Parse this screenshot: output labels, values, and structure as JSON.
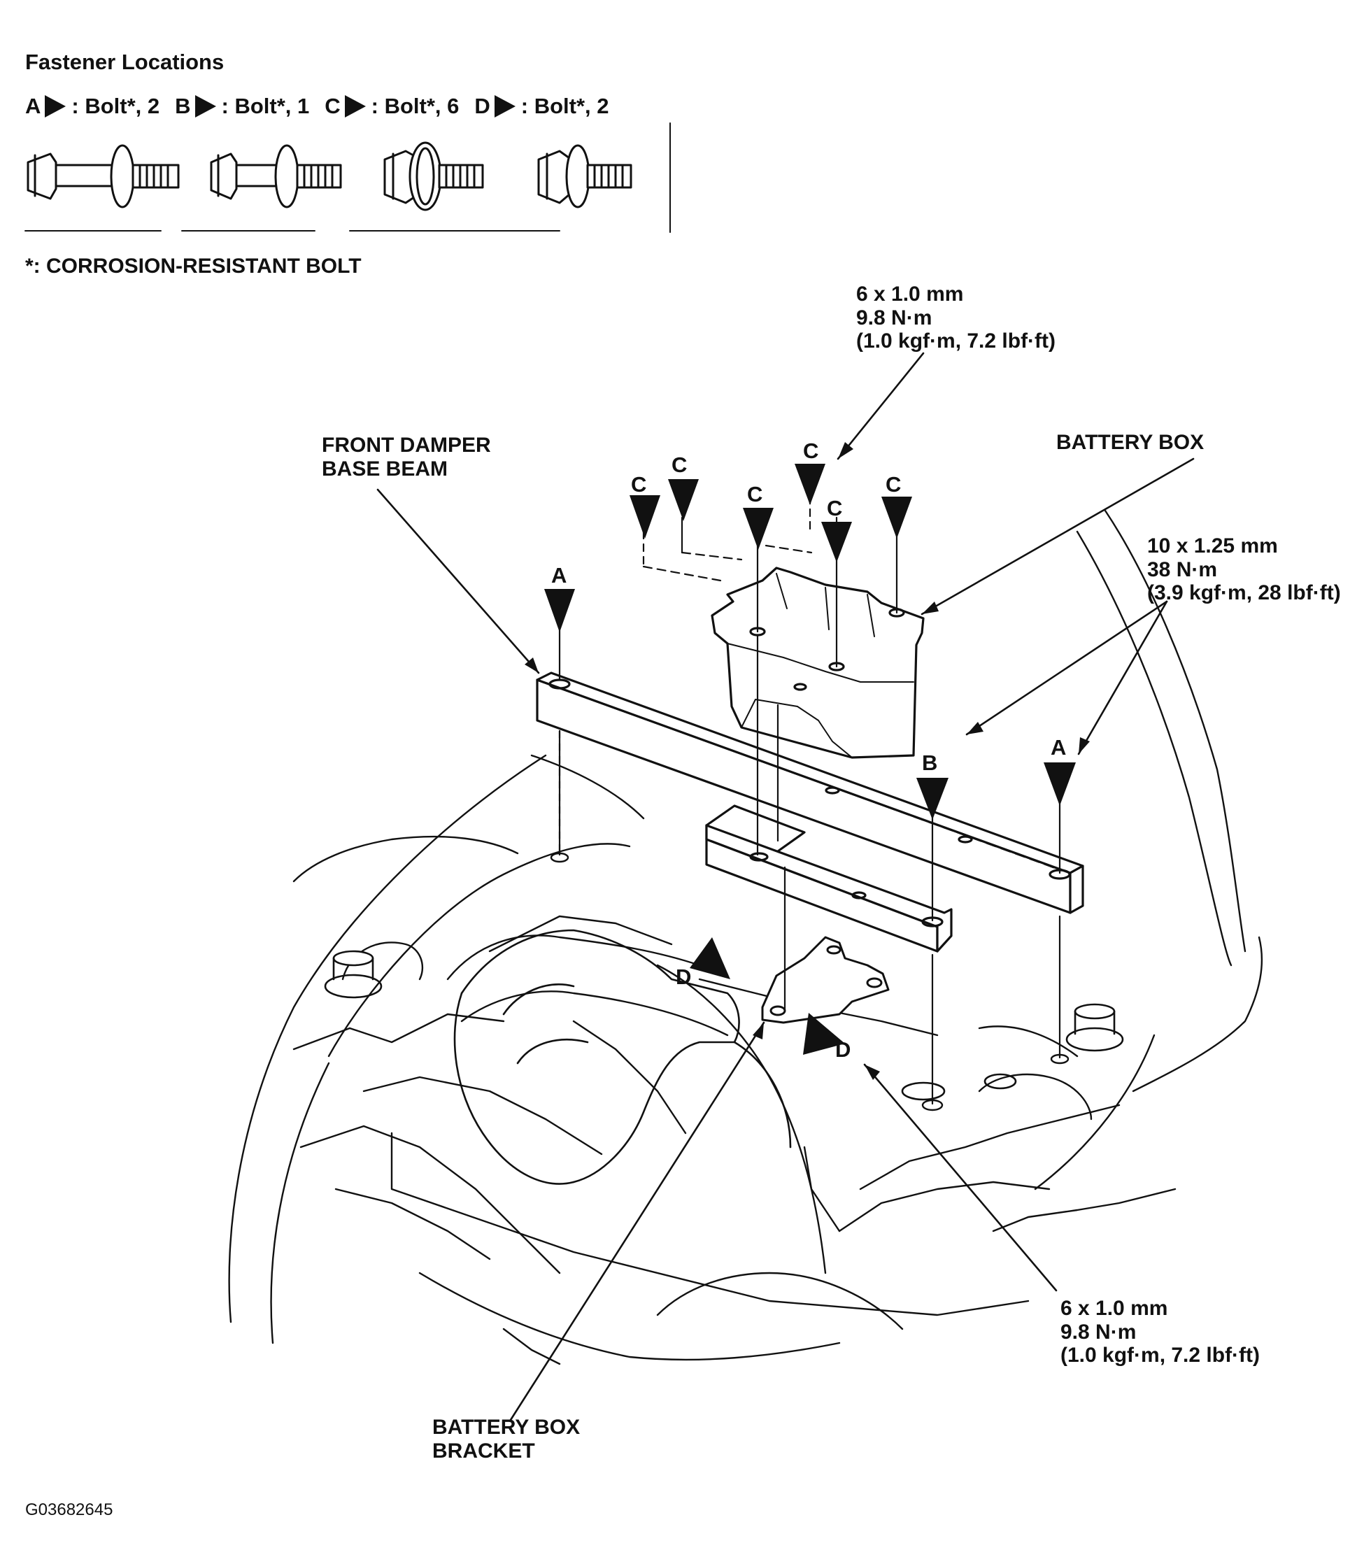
{
  "header": {
    "title": "Fastener Locations",
    "footnote": "*: CORROSION-RESISTANT BOLT"
  },
  "legend": [
    {
      "letter": "A",
      "text": ": Bolt*, 2"
    },
    {
      "letter": "B",
      "text": ": Bolt*, 1"
    },
    {
      "letter": "C",
      "text": ": Bolt*, 6"
    },
    {
      "letter": "D",
      "text": ": Bolt*, 2"
    }
  ],
  "callouts": {
    "spec_top": "6 x 1.0 mm\n9.8 N·m\n(1.0 kgf·m, 7.2 lbf·ft)",
    "spec_right": "10 x 1.25 mm\n38 N·m\n(3.9 kgf·m, 28 lbf·ft)",
    "spec_bottom": "6 x 1.0 mm\n9.8 N·m\n(1.0 kgf·m, 7.2 lbf·ft)",
    "front_damper": "FRONT DAMPER\nBASE BEAM",
    "battery_box": "BATTERY BOX",
    "battery_box_bracket": "BATTERY BOX\nBRACKET"
  },
  "markers": {
    "a": "A",
    "b": "B",
    "c": "C",
    "d": "D"
  },
  "figure_code": "G03682645"
}
